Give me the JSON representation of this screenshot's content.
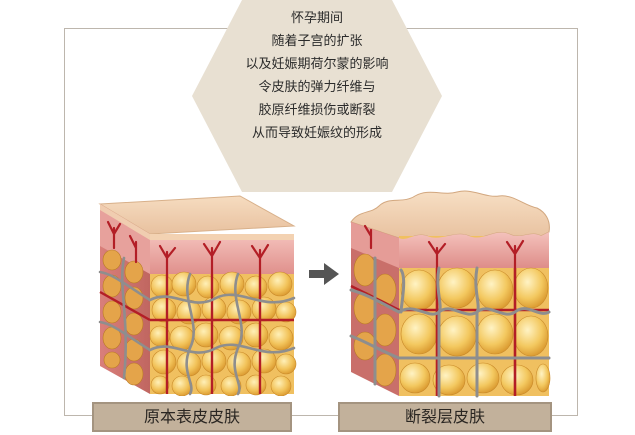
{
  "explanation": {
    "lines": [
      "怀孕期间",
      "随着子宫的扩张",
      "以及妊娠期荷尔蒙的影响",
      "令皮肤的弹力纤维与",
      "胶原纤维损伤或断裂",
      "从而导致妊娠纹的形成"
    ]
  },
  "skin_blocks": {
    "original": {
      "label": "原本表皮皮肤"
    },
    "stretched": {
      "label": "断裂层皮肤"
    }
  },
  "colors": {
    "hexagon": "#e8e0d2",
    "caption_bg": "#c2b19b",
    "frame_line": "#bdb6ad",
    "fat_cell": "#f2c35a",
    "dermis": "#e9a3a0",
    "epidermis": "#f2d3b6",
    "vessel": "#b31e26",
    "fiber": "#8e8e8e",
    "arrow": "#555555"
  }
}
